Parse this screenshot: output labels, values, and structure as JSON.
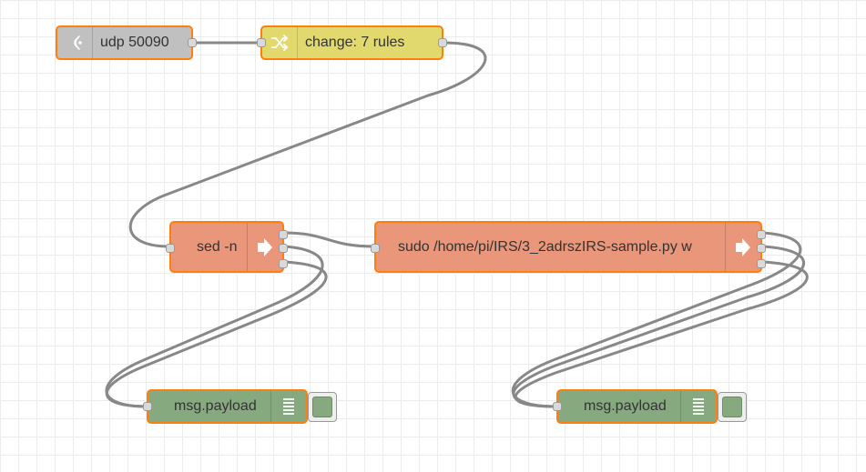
{
  "colors": {
    "grid": "#ececec",
    "selected_border": "#ff7f0e",
    "wire": "#888888",
    "udp_in": "#c0c0c0",
    "change": "#e2d96e",
    "exec": "#e9967a",
    "debug": "#87a980"
  },
  "nodes": {
    "udp": {
      "label": "udp 50090",
      "icon": "udp-wave-icon"
    },
    "change": {
      "label": "change: 7 rules",
      "icon": "shuffle-icon"
    },
    "sed": {
      "label": "sed -n",
      "icon": "arrow-right-icon"
    },
    "sudo": {
      "label": "sudo /home/pi/IRS/3_2adrszIRS-sample.py w",
      "icon": "arrow-right-icon"
    },
    "debug1": {
      "label": "msg.payload",
      "icon": "list-icon"
    },
    "debug2": {
      "label": "msg.payload",
      "icon": "list-icon"
    }
  }
}
